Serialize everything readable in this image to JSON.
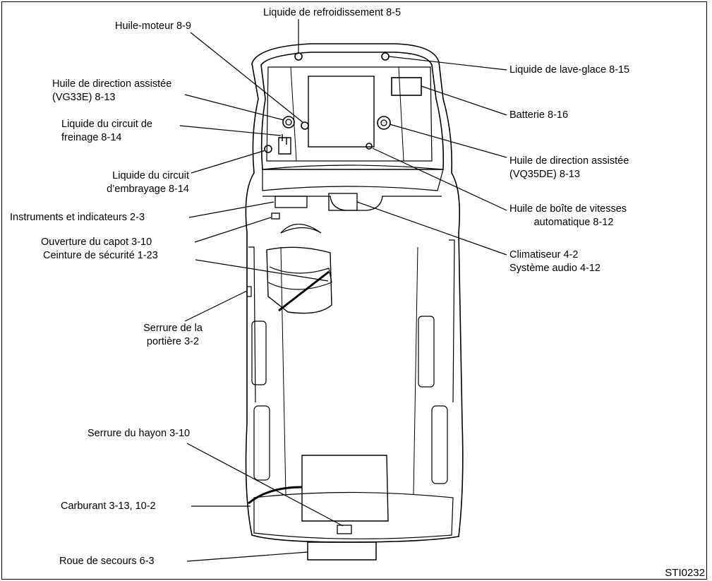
{
  "labels": {
    "coolant": "Liquide de refroidissement 8-5",
    "engine_oil": "Huile-moteur 8-9",
    "washer": "Liquide de lave-glace 8-15",
    "ps_vg33e_1": "Huile de direction assistée",
    "ps_vg33e_2": "(VG33E) 8-13",
    "battery": "Batterie 8-16",
    "brake_1": "Liquide du circuit de",
    "brake_2": "freinage 8-14",
    "ps_vq35de_1": "Huile de direction assistée",
    "ps_vq35de_2": "(VQ35DE) 8-13",
    "clutch_1": "Liquide du circuit",
    "clutch_2": "d’embrayage 8-14",
    "instruments": "Instruments et indicateurs 2-3",
    "atf_1": "Huile de boîte de vitesses",
    "atf_2": "automatique 8-12",
    "hood": "Ouverture du capot 3-10",
    "seatbelt": "Ceinture de sécurité 1-23",
    "ac_1": "Climatiseur 4-2",
    "ac_2": "Système audio 4-12",
    "door_lock_1": "Serrure de la",
    "door_lock_2": "portière 3-2",
    "hatch_lock": "Serrure du hayon 3-10",
    "fuel": "Carburant 3-13, 10-2",
    "spare": "Roue de secours 6-3"
  },
  "figure_id": "STI0232"
}
